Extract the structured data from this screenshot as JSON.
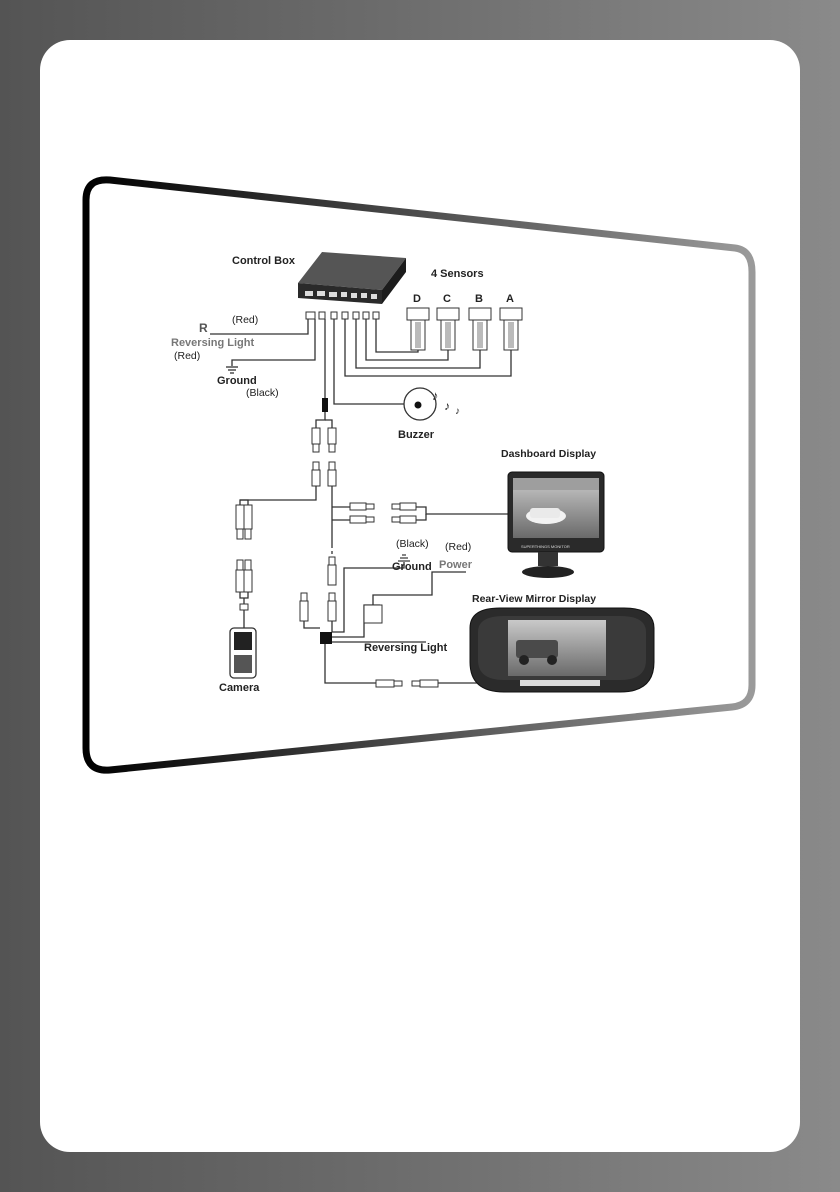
{
  "labels": {
    "control_box": "Control Box",
    "sensors": "4 Sensors",
    "sensor_d": "D",
    "sensor_c": "C",
    "sensor_b": "B",
    "sensor_a": "A",
    "red_top": "(Red)",
    "r_mark": "R",
    "reversing_light_top": "Reversing Light",
    "red_left": "(Red)",
    "ground_top": "Ground",
    "black_top": "(Black)",
    "buzzer": "Buzzer",
    "dashboard_display": "Dashboard Display",
    "black_mid": "(Black)",
    "red_mid": "(Red)",
    "ground_mid": "Ground",
    "power": "Power",
    "rear_view_mirror_display": "Rear-View Mirror Display",
    "reversing_light_bottom": "Reversing Light",
    "camera": "Camera",
    "monitor_brand": "SUPERTHINGS MONITOR"
  },
  "colors": {
    "page_background": "#6e6e6e",
    "card": "#ffffff",
    "frame_border": "#111111",
    "highlight_text": "#777777"
  }
}
